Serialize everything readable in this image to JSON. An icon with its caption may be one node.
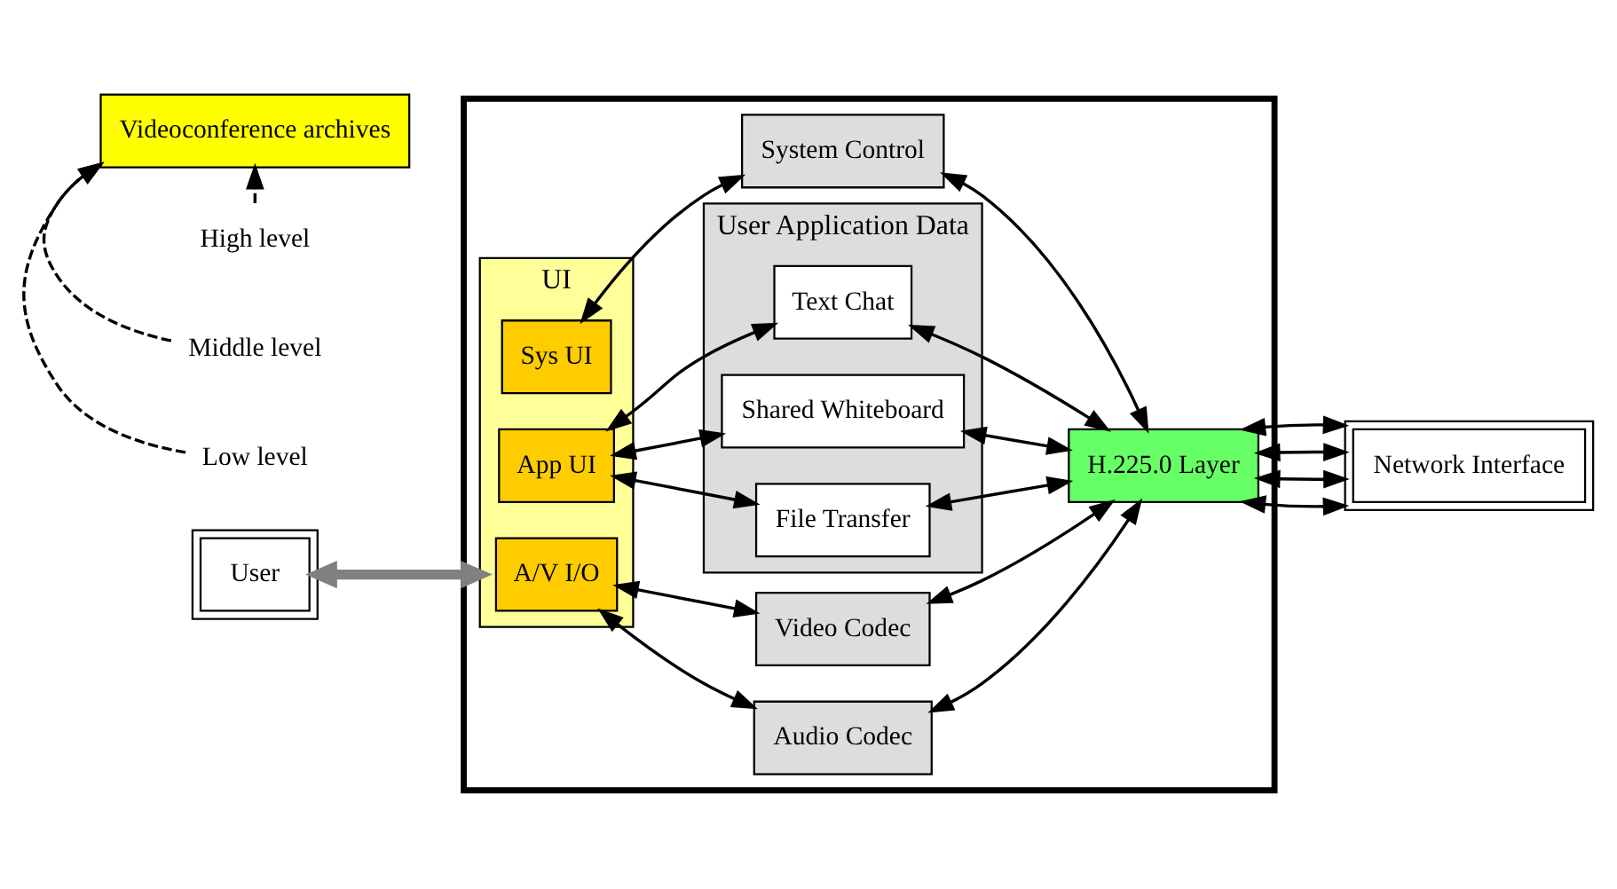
{
  "diagram": {
    "nodes": [
      {
        "text": [],
        "shape": "box"
      },
      {
        "text": [
          "UI"
        ],
        "in": 0
      },
      {
        "text": [
          "A/V I/O"
        ],
        "in": 1
      },
      {
        "text": [
          "App UI"
        ],
        "in": 1
      },
      {
        "text": [
          "Sys UI"
        ],
        "in": 1
      },
      {
        "text": [
          "Audio Codec"
        ],
        "in": 0
      },
      {
        "text": [
          "Video Codec"
        ],
        "in": 0
      },
      {
        "text": [
          "User Application Data"
        ],
        "in": 0
      },
      {
        "text": [
          "Text Chat"
        ],
        "in": 7
      },
      {
        "text": [
          "Shared Whiteboard"
        ],
        "in": 7
      },
      {
        "text": [
          "File Transfer"
        ],
        "in": 7
      },
      {
        "text": [
          "System Control"
        ],
        "in": 0
      },
      {
        "text": [
          "H.225.0 Layer"
        ],
        "in": 0
      },
      {
        "text": [
          "Network Interface"
        ]
      },
      {
        "text": [
          "User"
        ]
      },
      {
        "text": [
          "Videoconference archives"
        ]
      },
      {
        "text": [
          "High level"
        ]
      },
      {
        "text": [
          "Middle level"
        ]
      },
      {
        "text": [
          "Low level"
        ]
      }
    ],
    "edges": [
      {
        "from": 14,
        "to": 1,
        "arrow": "both",
        "style": "thick",
        "color": "#808080"
      },
      {
        "from": 2,
        "to": 5,
        "arrow": "both"
      },
      {
        "from": 2,
        "to": 6,
        "arrow": "both"
      },
      {
        "from": 3,
        "to": 8,
        "arrow": "both"
      },
      {
        "from": 3,
        "to": 9,
        "arrow": "both"
      },
      {
        "from": 3,
        "to": 10,
        "arrow": "both"
      },
      {
        "from": 4,
        "to": 11,
        "arrow": "both"
      },
      {
        "from": 5,
        "to": 12,
        "arrow": "both"
      },
      {
        "from": 6,
        "to": 12,
        "arrow": "both"
      },
      {
        "from": 8,
        "to": 12,
        "arrow": "both"
      },
      {
        "from": 9,
        "to": 12,
        "arrow": "both"
      },
      {
        "from": 10,
        "to": 12,
        "arrow": "both"
      },
      {
        "from": 11,
        "to": 12,
        "arrow": "both"
      },
      {
        "from": 12,
        "to": 13,
        "arrow": "both"
      },
      {
        "from": 12,
        "to": 13,
        "arrow": "both"
      },
      {
        "from": 12,
        "to": 13,
        "arrow": "both"
      },
      {
        "from": 12,
        "to": 13,
        "arrow": "both"
      },
      {
        "from": 16,
        "to": 15,
        "arrow": "to",
        "style": "dashed"
      },
      {
        "from": 17,
        "to": 15,
        "arrow": "to",
        "style": "dashed"
      },
      {
        "from": 18,
        "to": 15,
        "arrow": "to",
        "style": "dashed"
      }
    ]
  }
}
